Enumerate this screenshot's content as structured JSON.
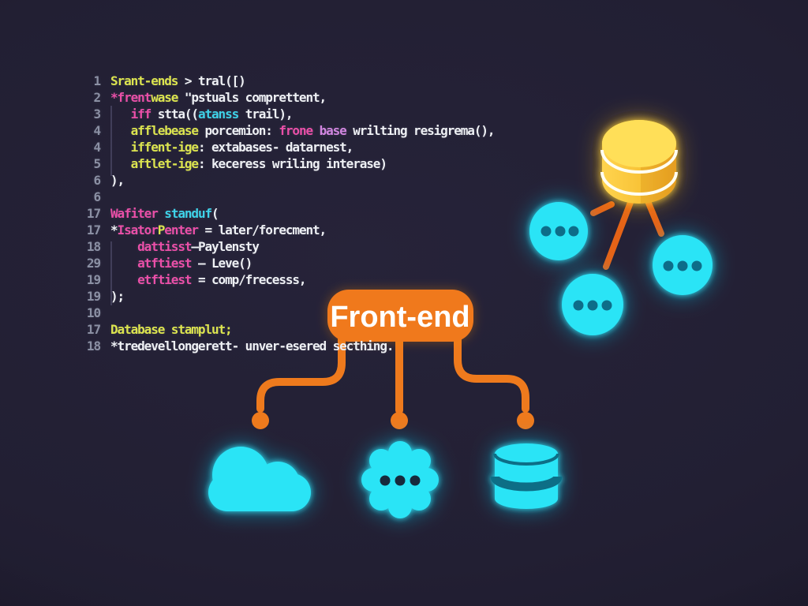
{
  "scene": {
    "description": "dark code editor with glowing architecture diagrams",
    "background_color": "#221f33"
  },
  "colors": {
    "accent_orange": "#ee7a1d",
    "link_orange": "#e56317",
    "icon_cyan": "#2ce4f6",
    "cyan_glow": "#17c8ec",
    "gold": "#f7c433",
    "gold_light": "#ffdf58",
    "dot_dark_teal": "#0f6d89",
    "gutter_gray": "#8b90a4"
  },
  "code": {
    "palette": {
      "y": "#dce44f",
      "p": "#ea4fa8",
      "lp": "#d186e0",
      "c": "#3ed2e8",
      "w": "#eef0f4"
    },
    "lines": [
      {
        "num": "1",
        "tokens": [
          {
            "c": "y",
            "t": "Srant-ends"
          },
          {
            "c": "w",
            "t": " > tral([)"
          }
        ]
      },
      {
        "num": "2",
        "tokens": [
          {
            "c": "p",
            "t": "*frent"
          },
          {
            "c": "y",
            "t": "wase"
          },
          {
            "c": "w",
            "t": " \"pstuals comprettent,"
          }
        ]
      },
      {
        "num": "3",
        "tokens": [
          {
            "c": "w",
            "t": "   "
          },
          {
            "c": "p",
            "t": "iff"
          },
          {
            "c": "w",
            "t": " stta(("
          },
          {
            "c": "c",
            "t": "atanss"
          },
          {
            "c": "w",
            "t": " trail),"
          }
        ]
      },
      {
        "num": "4",
        "tokens": [
          {
            "c": "w",
            "t": "   "
          },
          {
            "c": "y",
            "t": "afflebease"
          },
          {
            "c": "w",
            "t": " porcemion: "
          },
          {
            "c": "p",
            "t": "frone "
          },
          {
            "c": "lp",
            "t": "base"
          },
          {
            "c": "w",
            "t": " wrilting resigrema(),"
          }
        ]
      },
      {
        "num": "4",
        "tokens": [
          {
            "c": "w",
            "t": "   "
          },
          {
            "c": "y",
            "t": "iffent-ige"
          },
          {
            "c": "w",
            "t": ": extabases- datarnest,"
          }
        ]
      },
      {
        "num": "5",
        "tokens": [
          {
            "c": "w",
            "t": "   "
          },
          {
            "c": "y",
            "t": "aftlet-ige"
          },
          {
            "c": "w",
            "t": ": keceress wriling interase)"
          }
        ]
      },
      {
        "num": "6",
        "tokens": [
          {
            "c": "w",
            "t": "),"
          }
        ]
      },
      {
        "num": "6",
        "tokens": []
      },
      {
        "num": "17",
        "tokens": [
          {
            "c": "p",
            "t": "Wafiter"
          },
          {
            "c": "w",
            "t": " "
          },
          {
            "c": "c",
            "t": "standuf"
          },
          {
            "c": "w",
            "t": "("
          }
        ]
      },
      {
        "num": "17",
        "tokens": [
          {
            "c": "w",
            "t": "*"
          },
          {
            "c": "p",
            "t": "Isator"
          },
          {
            "c": "y",
            "t": "P"
          },
          {
            "c": "p",
            "t": "enter"
          },
          {
            "c": "w",
            "t": " = later/forecment,"
          }
        ]
      },
      {
        "num": "18",
        "tokens": [
          {
            "c": "w",
            "t": "    "
          },
          {
            "c": "p",
            "t": "dattisst"
          },
          {
            "c": "w",
            "t": "—Paylensty"
          }
        ]
      },
      {
        "num": "29",
        "tokens": [
          {
            "c": "w",
            "t": "    "
          },
          {
            "c": "p",
            "t": "atftiest"
          },
          {
            "c": "w",
            "t": " — Leve()"
          }
        ]
      },
      {
        "num": "19",
        "tokens": [
          {
            "c": "w",
            "t": "    "
          },
          {
            "c": "p",
            "t": "etftiest"
          },
          {
            "c": "w",
            "t": " = comp/frecesss,"
          }
        ]
      },
      {
        "num": "19",
        "tokens": [
          {
            "c": "w",
            "t": ");"
          }
        ]
      },
      {
        "num": "10",
        "tokens": []
      },
      {
        "num": "17",
        "tokens": [
          {
            "c": "y",
            "t": "Database stamplut;"
          }
        ]
      },
      {
        "num": "18",
        "tokens": [
          {
            "c": "w",
            "t": "*tredevellongerett- unver-esered secthing."
          }
        ]
      }
    ]
  },
  "cluster_diagram": {
    "root_icon": "gold-database-cylinder",
    "node_icon": "cyan-circle-ellipsis",
    "node_count": 3
  },
  "front_end_diagram": {
    "label": "Front-end",
    "children_icons": [
      "cloud-icon",
      "gear-blob-icon",
      "database-icon"
    ]
  }
}
